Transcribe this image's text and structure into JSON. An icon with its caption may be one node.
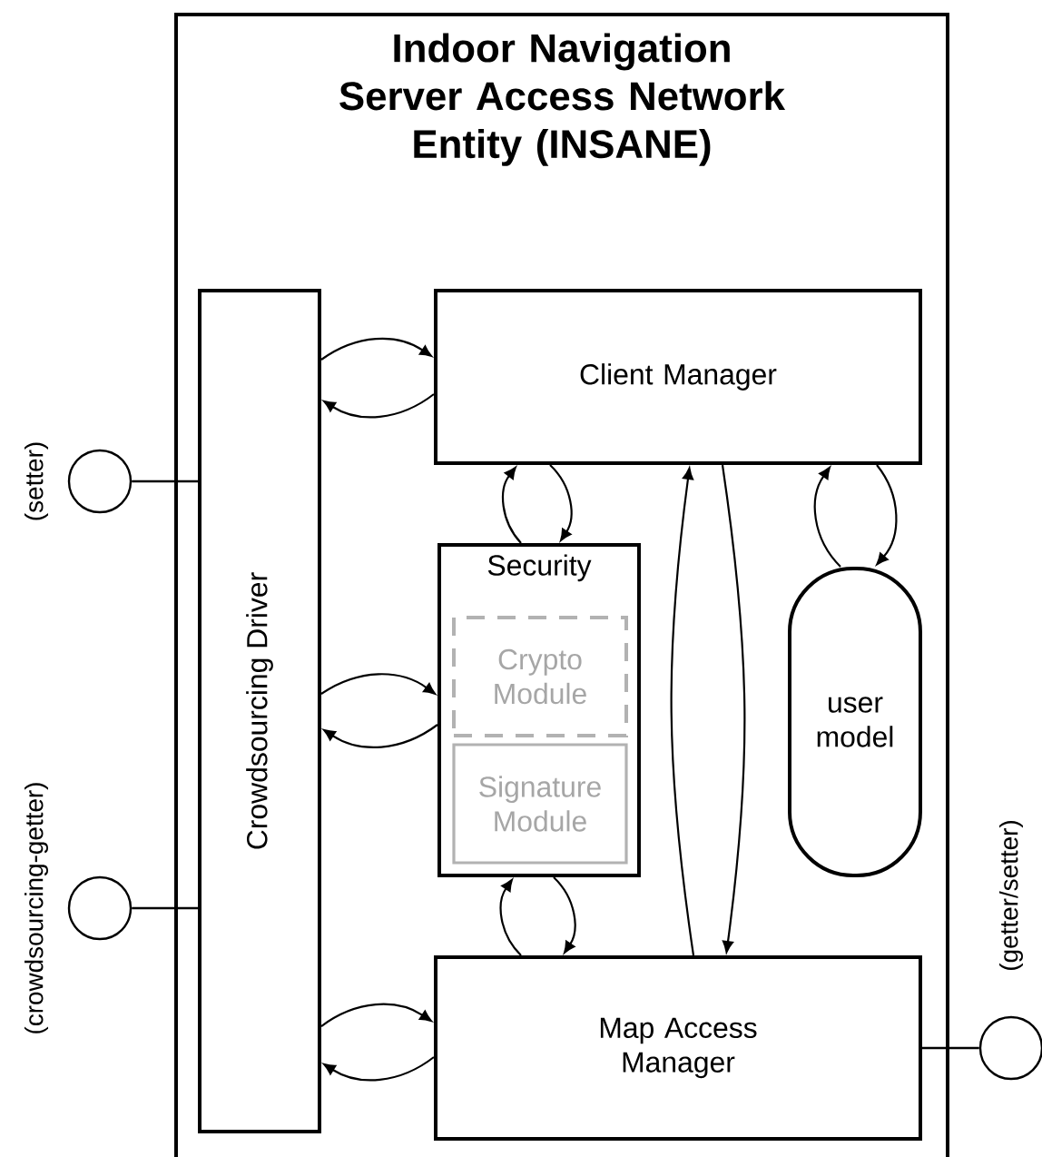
{
  "diagram": {
    "nodes": [
      {
        "text": [
          "Indoor Navigation Server Access Network Entity (INSANE)"
        ]
      },
      {
        "text": [
          "Crowdsourcing Driver"
        ],
        "in": 0
      },
      {
        "text": [
          "Client Manager"
        ],
        "in": 0
      },
      {
        "text": [
          "Security"
        ],
        "in": 0
      },
      {
        "text": [
          "Crypto Module"
        ],
        "in": 3
      },
      {
        "text": [
          "Signature Module"
        ],
        "in": 3
      },
      {
        "text": [
          "user model"
        ],
        "in": 0
      },
      {
        "text": [
          "Map Access Manager"
        ],
        "in": 0
      },
      {
        "text": [],
        "shape": "circle",
        "beside": [
          "(setter)"
        ]
      },
      {
        "text": [],
        "shape": "circle",
        "beside": [
          "(crowdsourcing-getter)"
        ]
      },
      {
        "text": [],
        "shape": "circle",
        "beside": [
          "(getter/setter)"
        ]
      }
    ],
    "edges": [
      {
        "from": 1,
        "to": 2,
        "arrow": "to"
      },
      {
        "from": 2,
        "to": 1,
        "arrow": "to"
      },
      {
        "from": 1,
        "to": 3,
        "arrow": "to"
      },
      {
        "from": 3,
        "to": 1,
        "arrow": "to"
      },
      {
        "from": 1,
        "to": 7,
        "arrow": "to"
      },
      {
        "from": 7,
        "to": 1,
        "arrow": "to"
      },
      {
        "from": 3,
        "to": 2,
        "arrow": "to"
      },
      {
        "from": 2,
        "to": 3,
        "arrow": "to"
      },
      {
        "from": 7,
        "to": 2,
        "arrow": "to"
      },
      {
        "from": 2,
        "to": 7,
        "arrow": "to"
      },
      {
        "from": 6,
        "to": 2,
        "arrow": "to"
      },
      {
        "from": 2,
        "to": 6,
        "arrow": "to"
      },
      {
        "from": 7,
        "to": 3,
        "arrow": "to"
      },
      {
        "from": 3,
        "to": 7,
        "arrow": "to"
      },
      {
        "from": 8,
        "to": 1,
        "arrow": "none"
      },
      {
        "from": 9,
        "to": 1,
        "arrow": "none"
      },
      {
        "from": 7,
        "to": 10,
        "arrow": "none"
      }
    ]
  }
}
